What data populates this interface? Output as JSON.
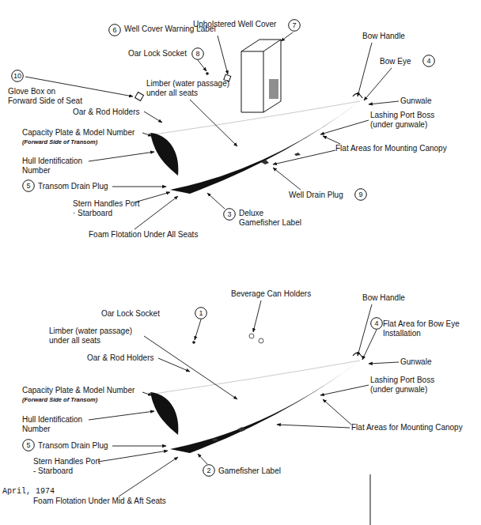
{
  "diagram": {
    "nodes": [
      {
        "text": [
          "6"
        ]
      },
      {
        "text": [
          "7"
        ]
      },
      {
        "text": [
          "8"
        ]
      },
      {
        "text": [
          "10"
        ]
      },
      {
        "text": [
          "4"
        ]
      },
      {
        "text": [
          "5"
        ]
      },
      {
        "text": [
          "9"
        ]
      },
      {
        "text": [
          "3"
        ]
      },
      {
        "text": [
          "1"
        ]
      },
      {
        "text": [
          "4"
        ]
      },
      {
        "text": [
          "5"
        ]
      },
      {
        "text": [
          "2"
        ]
      }
    ],
    "labels": [
      "Well Cover Warning Label",
      "Upholstered Well Cover",
      "Oar Lock Socket",
      "Glove Box on Forward Side of Seat",
      "Limber (water passage) under all seats",
      "Bow Handle",
      "Bow Eye",
      "Oar & Rod Holders",
      "Gunwale",
      "Capacity Plate & Model Number",
      "(Forward Side of Transom)",
      "Lashing Port Boss (under gunwale)",
      "Hull Identification Number",
      "Flat Areas for Mounting Canopy",
      "Transom Drain Plug",
      "Well Drain Plug",
      "Stern Handles Port · Starboard",
      "Deluxe Gamefisher Label",
      "Foam Flotation Under All Seats",
      "Beverage Can Holders",
      "Oar Lock Socket",
      "Bow Handle",
      "Limber (water passage) under all seats",
      "Flat Area for Bow Eye Installation",
      "Oar & Rod Holders",
      "Gunwale",
      "Capacity Plate & Model Number",
      "(Forward Side of Transom)",
      "Lashing Port Boss (under gunwale)",
      "Hull Identification Number",
      "Flat Areas for Mounting Canopy",
      "Transom Drain Plug",
      "Stern Handles Port - Starboard",
      "Gamefisher Label",
      "April, 1974",
      "Foam Flotation Under Mid & Aft Seats"
    ]
  }
}
